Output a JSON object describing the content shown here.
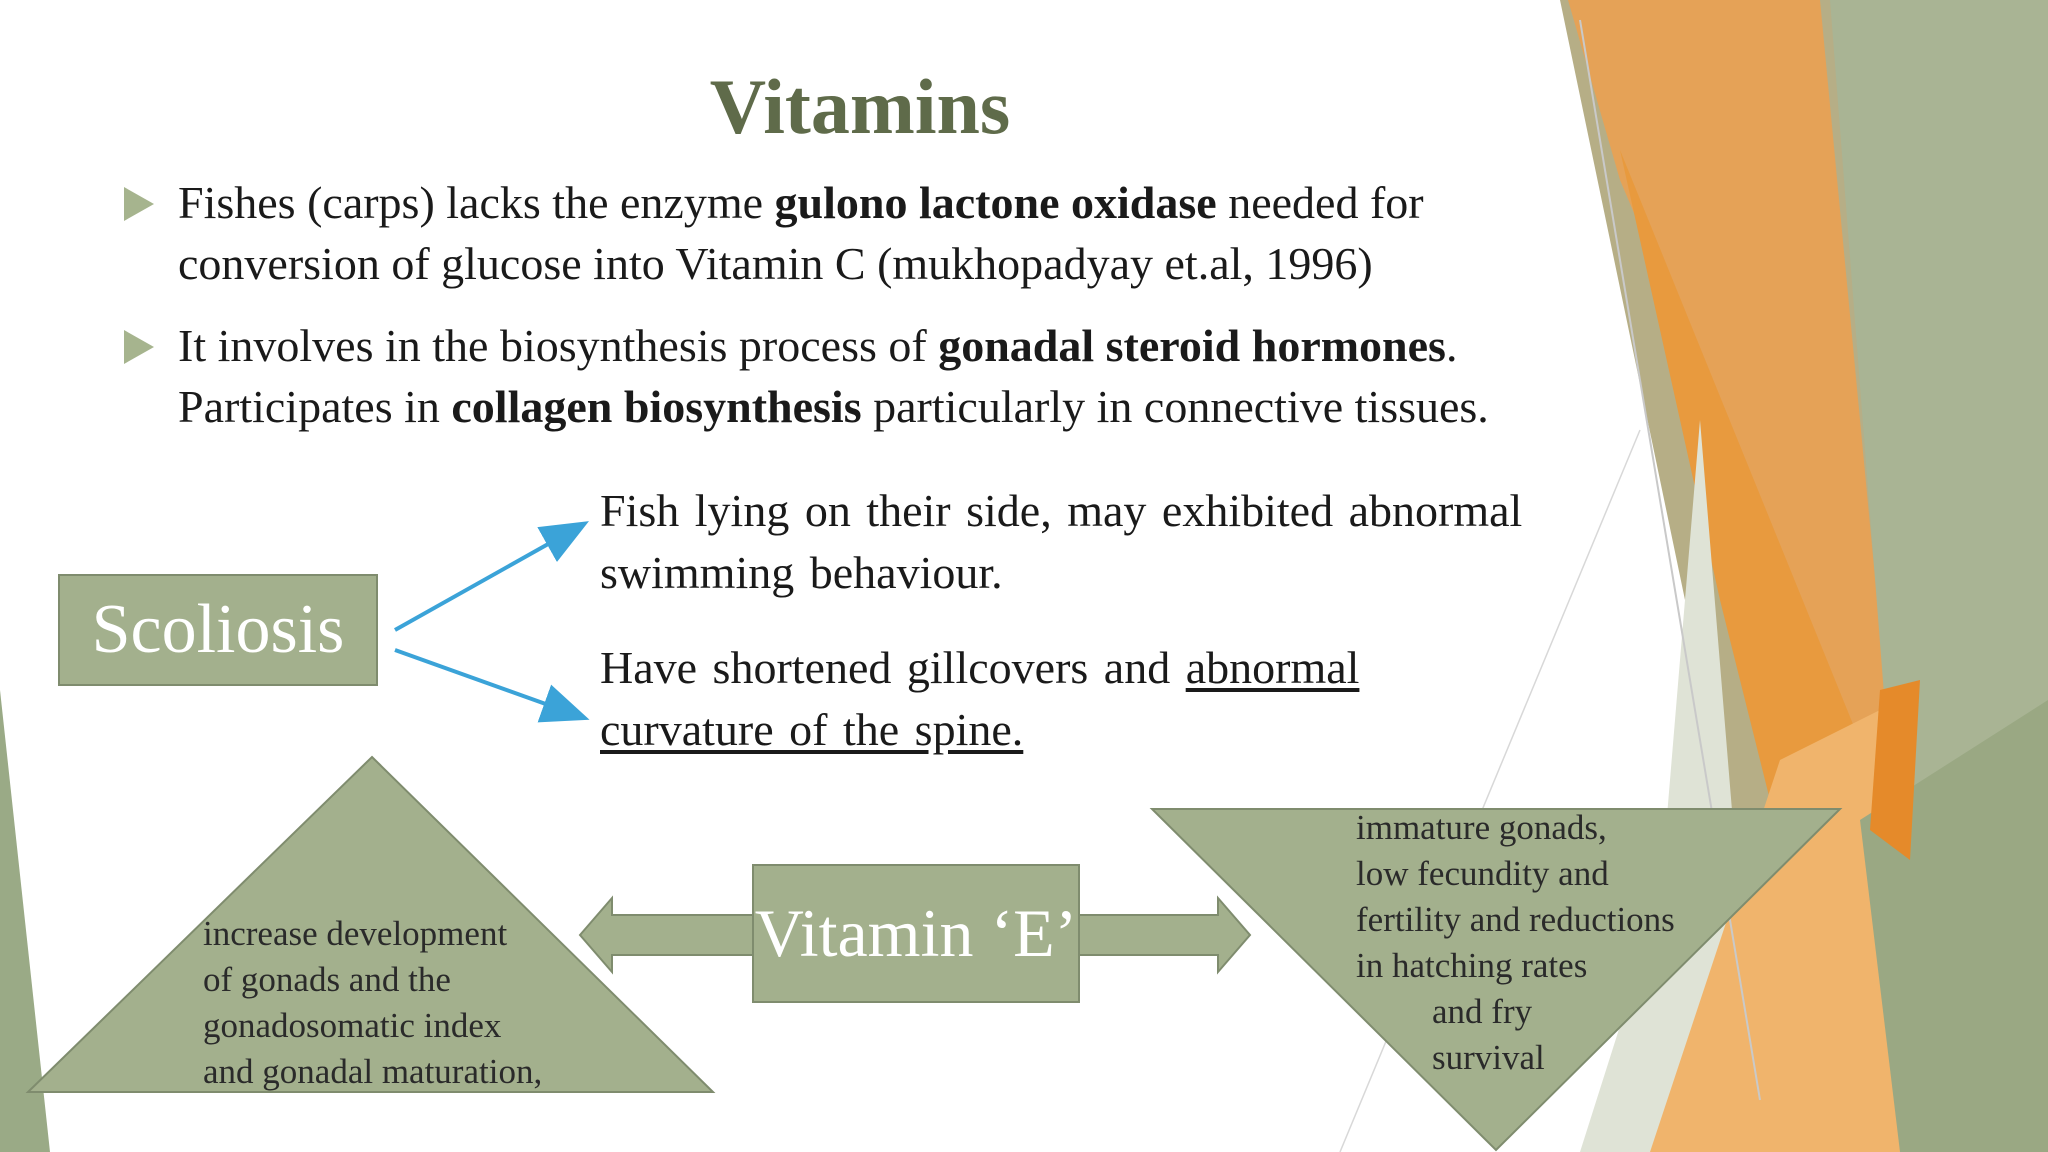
{
  "slide": {
    "title": "Vitamins",
    "bullets": [
      {
        "line1_pre": "Fishes (carps) lacks the enzyme ",
        "line1_bold": "gulono lactone oxidase",
        "line1_post": " needed for",
        "line2": "conversion of glucose into Vitamin C (mukhopadyay et.al, 1996)"
      },
      {
        "line1_pre": "It involves in the biosynthesis process of ",
        "line1_bold": "gonadal steroid hormones",
        "line1_post": ".",
        "line2_pre": "Participates in ",
        "line2_bold": "collagen biosynthesis",
        "line2_post": " particularly in connective tissues."
      }
    ],
    "scoliosis": {
      "label": "Scoliosis",
      "effect1_line1": "Fish lying on their side, may exhibited abnormal",
      "effect1_line2": "swimming behaviour.",
      "effect2_pre": "Have shortened gillcovers and ",
      "effect2_underline1": "abnormal ",
      "effect2_underline2": "curvature of the spine."
    },
    "vitamin_e": {
      "label": "Vitamin ‘E’",
      "left_lines": [
        "increase development",
        "of gonads and the",
        "gonadosomatic index",
        "and gonadal maturation,"
      ],
      "right_lines": [
        "immature gonads,",
        "low fecundity and",
        "fertility and reductions",
        "in hatching rates",
        "and fry",
        "survival"
      ]
    }
  },
  "colors": {
    "title": "#5f6b4a",
    "box_fill": "#a3b08d",
    "arrow_blue": "#3ba3d8",
    "orange": "#e8973c",
    "sage": "#9aaa86"
  },
  "icons": {
    "bullet": "triangle-right-icon"
  }
}
